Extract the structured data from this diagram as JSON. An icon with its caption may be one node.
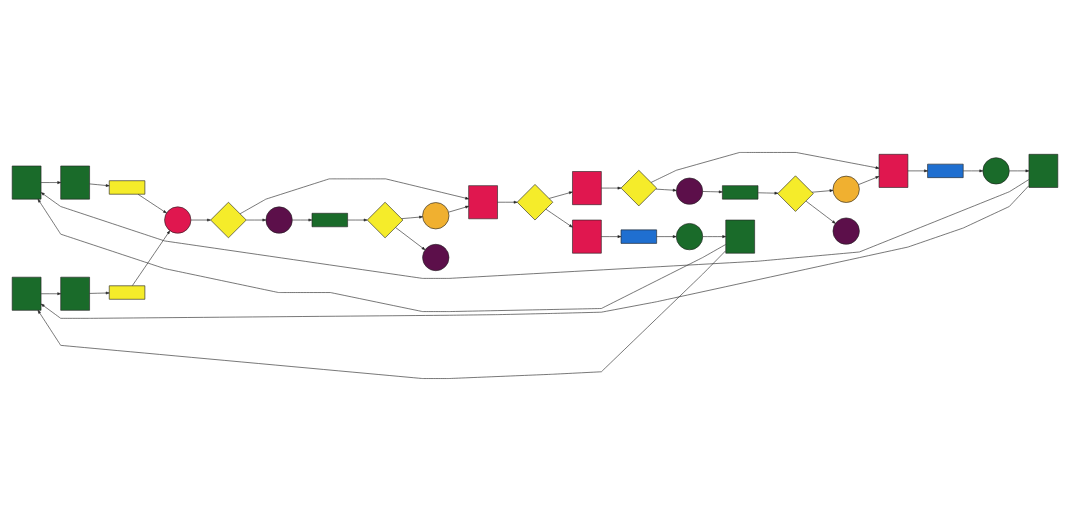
{
  "diagram": {
    "nodes": [
      {
        "text": [],
        "shape": "box"
      },
      {
        "text": [],
        "shape": "box"
      },
      {
        "text": [],
        "shape": "bar"
      },
      {
        "text": [],
        "shape": "box"
      },
      {
        "text": [],
        "shape": "box"
      },
      {
        "text": [],
        "shape": "bar"
      },
      {
        "text": [],
        "shape": "circle"
      },
      {
        "text": [],
        "shape": "diamond"
      },
      {
        "text": [],
        "shape": "box"
      },
      {
        "text": [],
        "shape": "diamond"
      },
      {
        "text": [],
        "shape": "circle"
      },
      {
        "text": [],
        "shape": "circle"
      },
      {
        "text": [],
        "shape": "bar"
      },
      {
        "text": [],
        "shape": "diamond"
      },
      {
        "text": [],
        "shape": "circle"
      },
      {
        "text": [],
        "shape": "box"
      },
      {
        "text": [],
        "shape": "diamond"
      },
      {
        "text": [],
        "shape": "box"
      },
      {
        "text": [],
        "shape": "bar"
      },
      {
        "text": [],
        "shape": "circle"
      },
      {
        "text": [],
        "shape": "box"
      },
      {
        "text": [],
        "shape": "box"
      },
      {
        "text": [],
        "shape": "bar"
      },
      {
        "text": [],
        "shape": "circle"
      },
      {
        "text": [],
        "shape": "box"
      },
      {
        "text": [],
        "shape": "circle"
      },
      {
        "text": [],
        "shape": "circle"
      },
      {
        "text": [],
        "shape": "bar"
      },
      {
        "text": [],
        "shape": "diamond"
      },
      {
        "text": [],
        "shape": "circle"
      }
    ],
    "edges": [
      {
        "from": 0,
        "to": 1,
        "arrow": "to"
      },
      {
        "from": 1,
        "to": 2,
        "arrow": "to"
      },
      {
        "from": 2,
        "to": 6,
        "arrow": "to"
      },
      {
        "from": 3,
        "to": 4,
        "arrow": "to"
      },
      {
        "from": 4,
        "to": 5,
        "arrow": "to"
      },
      {
        "from": 5,
        "to": 6,
        "arrow": "to"
      },
      {
        "from": 6,
        "to": 7,
        "arrow": "to"
      },
      {
        "from": 7,
        "to": 8,
        "arrow": "to"
      },
      {
        "from": 7,
        "to": 10,
        "arrow": "to"
      },
      {
        "from": 11,
        "to": 8,
        "arrow": "to"
      },
      {
        "from": 10,
        "to": 12,
        "arrow": "to"
      },
      {
        "from": 12,
        "to": 13,
        "arrow": "to"
      },
      {
        "from": 13,
        "to": 14,
        "arrow": "to"
      },
      {
        "from": 13,
        "to": 11,
        "arrow": "to"
      },
      {
        "from": 8,
        "to": 9,
        "arrow": "to"
      },
      {
        "from": 9,
        "to": 21,
        "arrow": "to"
      },
      {
        "from": 9,
        "to": 15,
        "arrow": "to"
      },
      {
        "from": 15,
        "to": 16,
        "arrow": "to"
      },
      {
        "from": 16,
        "to": 17,
        "arrow": "to"
      },
      {
        "from": 16,
        "to": 25,
        "arrow": "to"
      },
      {
        "from": 26,
        "to": 17,
        "arrow": "to"
      },
      {
        "from": 25,
        "to": 27,
        "arrow": "to"
      },
      {
        "from": 27,
        "to": 28,
        "arrow": "to"
      },
      {
        "from": 28,
        "to": 29,
        "arrow": "to"
      },
      {
        "from": 28,
        "to": 26,
        "arrow": "to"
      },
      {
        "from": 17,
        "to": 18,
        "arrow": "to"
      },
      {
        "from": 18,
        "to": 19,
        "arrow": "to"
      },
      {
        "from": 19,
        "to": 20,
        "arrow": "to"
      },
      {
        "from": 21,
        "to": 22,
        "arrow": "to"
      },
      {
        "from": 22,
        "to": 23,
        "arrow": "to"
      },
      {
        "from": 23,
        "to": 24,
        "arrow": "to"
      },
      {
        "from": 24,
        "to": 0,
        "arrow": "to"
      },
      {
        "from": 24,
        "to": 3,
        "arrow": "to"
      },
      {
        "from": 20,
        "to": 0,
        "arrow": "to"
      },
      {
        "from": 20,
        "to": 3,
        "arrow": "to"
      }
    ]
  }
}
